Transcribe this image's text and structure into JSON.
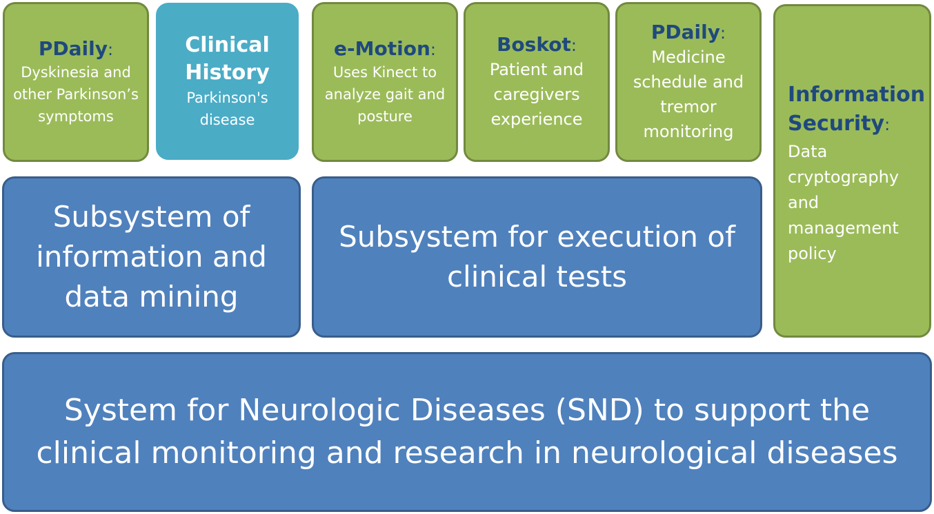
{
  "modules": [
    {
      "title": "PDaily",
      "desc": "Dyskinesia and other Parkinson’s symptoms"
    },
    {
      "title": "Clinical History",
      "desc": "Parkinson's disease"
    },
    {
      "title": "e-Motion",
      "desc": "Uses Kinect to analyze gait and posture"
    },
    {
      "title": "Boskot",
      "desc": "Patient and caregivers experience"
    },
    {
      "title": "PDaily",
      "desc": "Medicine schedule and tremor monitoring"
    }
  ],
  "security": {
    "title": "Information Security",
    "desc": "Data cryptography and management policy"
  },
  "subsystems": [
    {
      "label": "Subsystem of information and data mining"
    },
    {
      "label": "Subsystem for execution of clinical tests"
    }
  ],
  "system": {
    "label": "System for Neurologic Diseases (SND) to support the clinical monitoring and research in neurological diseases"
  },
  "colors": {
    "module_green": "#9bbb59",
    "module_teal": "#4bacc6",
    "subsystem_blue": "#4f81bd",
    "title_navy": "#1f497d"
  }
}
